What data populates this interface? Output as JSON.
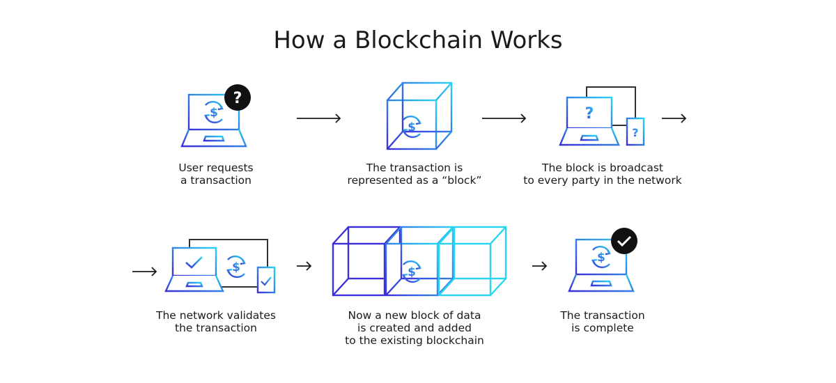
{
  "title": "How a Blockchain Works",
  "steps": [
    {
      "lines": [
        "User requests",
        "a transaction"
      ]
    },
    {
      "lines": [
        "The transaction is",
        "represented as a “block”"
      ]
    },
    {
      "lines": [
        "The block is broadcast",
        "to every party in the network"
      ]
    },
    {
      "lines": [
        "The network validates",
        "the transaction"
      ]
    },
    {
      "lines": [
        "Now a new block of data",
        "is created and added",
        "to the existing blockchain"
      ]
    },
    {
      "lines": [
        "The transaction",
        "is complete"
      ]
    }
  ],
  "badges": {
    "question": "?",
    "device_question": "?"
  },
  "colors": {
    "gradient_start": "#3b2fd9",
    "gradient_end": "#29d3f2",
    "ink": "#1a1a1a"
  }
}
